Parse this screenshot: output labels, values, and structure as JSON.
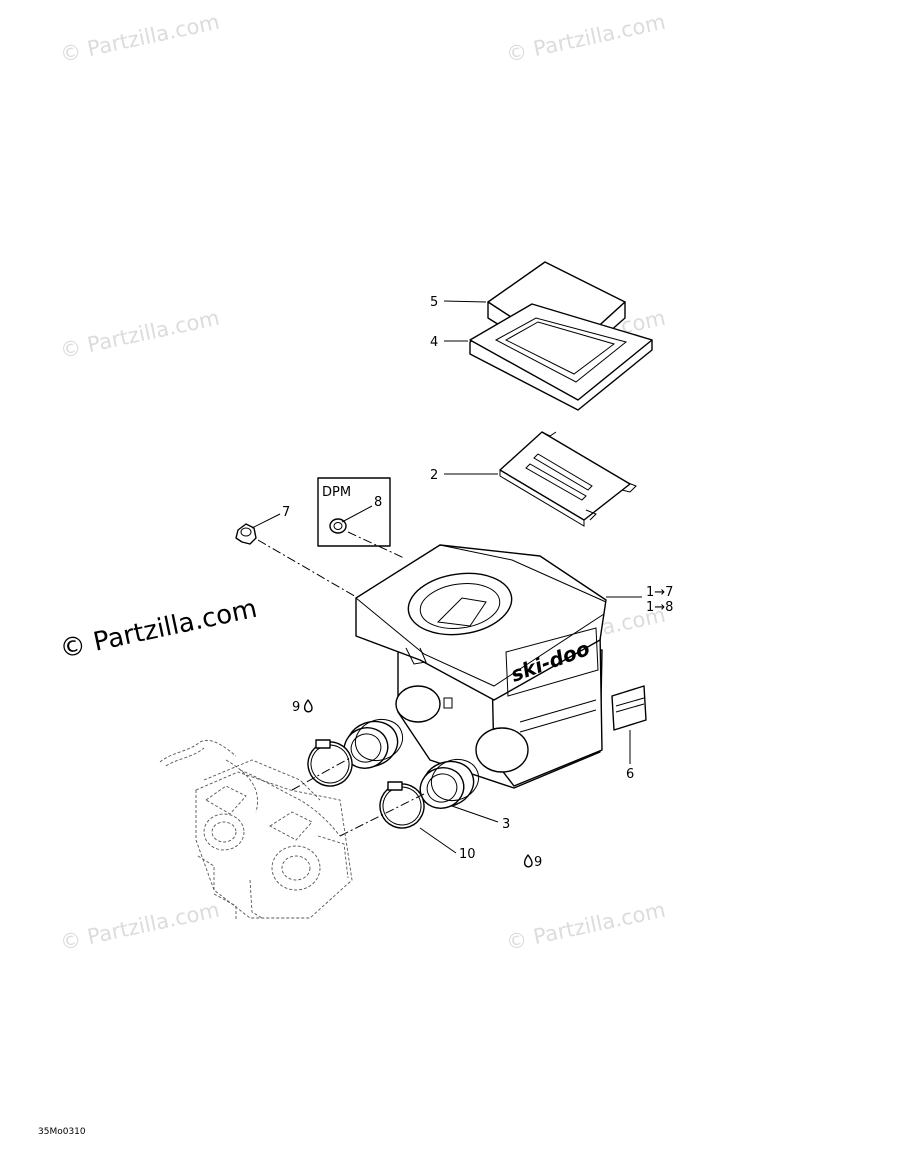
{
  "watermarks": {
    "faint": "© Partzilla.com",
    "main": "© Partzilla.com"
  },
  "inset": {
    "label": "DPM"
  },
  "brand_text": "ski-doo",
  "callouts": [
    {
      "id": "5",
      "text": "5"
    },
    {
      "id": "4",
      "text": "4"
    },
    {
      "id": "2",
      "text": "2"
    },
    {
      "id": "7",
      "text": "7"
    },
    {
      "id": "8",
      "text": "8"
    },
    {
      "id": "1-7",
      "text": "1→7"
    },
    {
      "id": "1-8",
      "text": "1→8"
    },
    {
      "id": "9a",
      "text": "9"
    },
    {
      "id": "9b",
      "text": "9"
    },
    {
      "id": "6",
      "text": "6"
    },
    {
      "id": "3",
      "text": "3"
    },
    {
      "id": "10",
      "text": "10"
    }
  ],
  "diagram_code": "35Mo0310"
}
